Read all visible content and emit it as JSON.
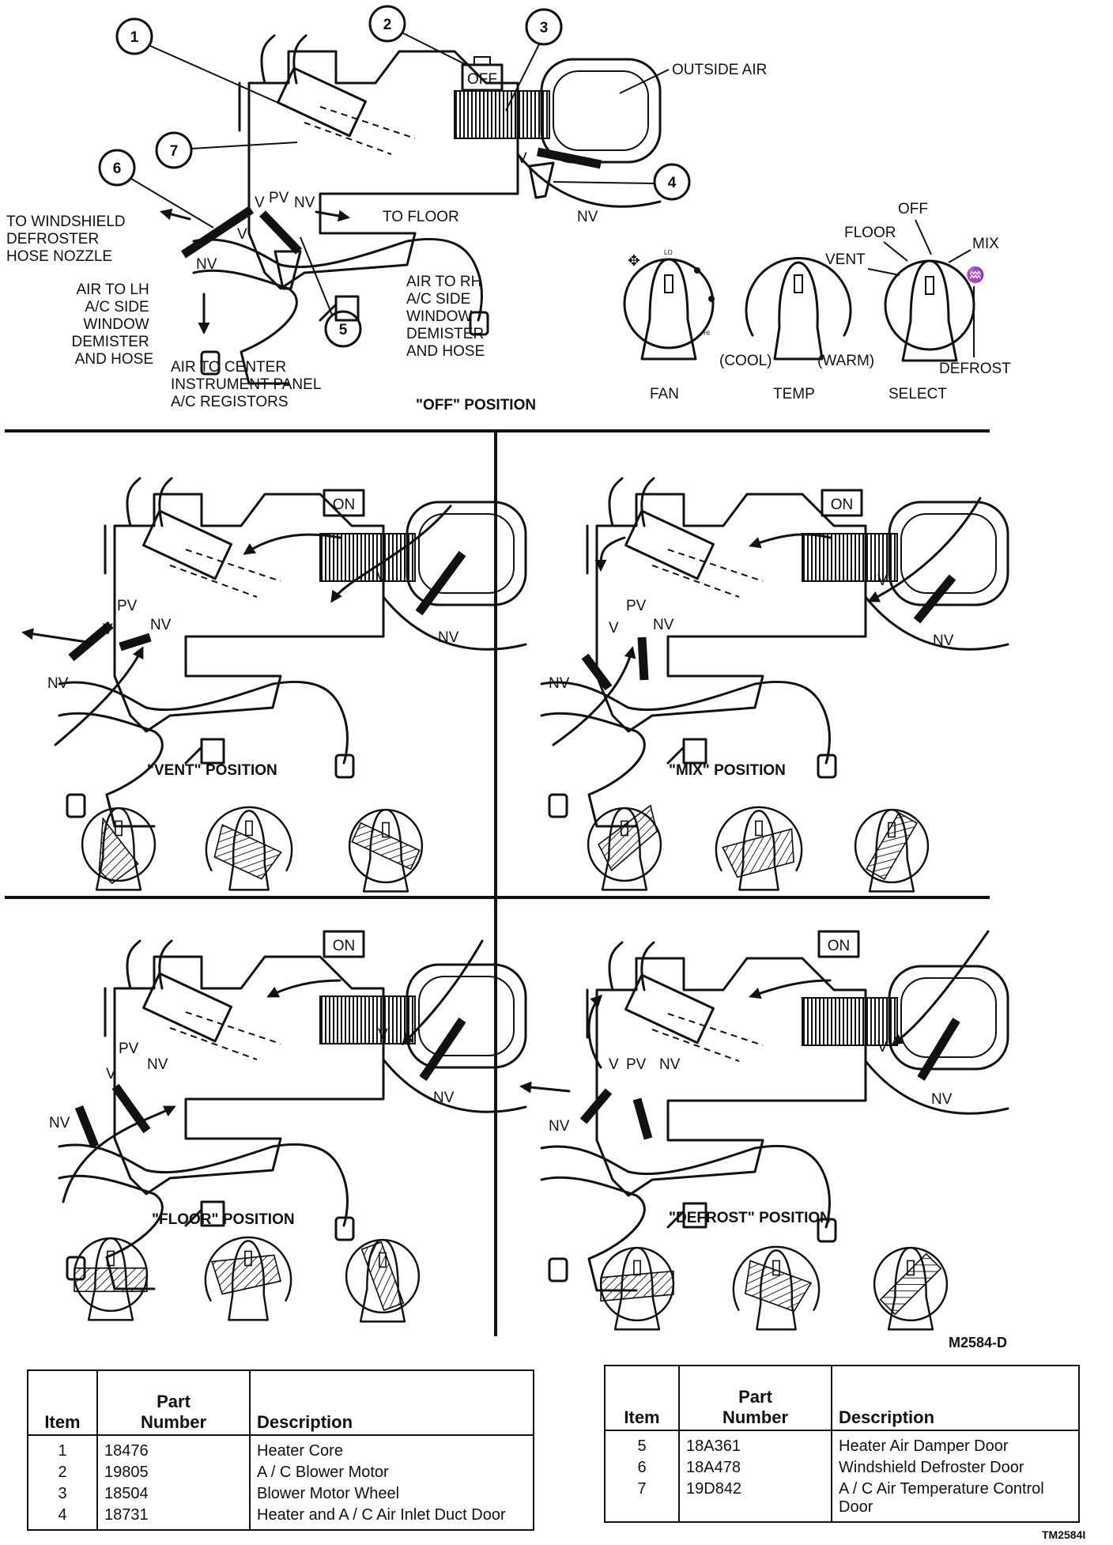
{
  "top": {
    "callouts": [
      "1",
      "2",
      "3",
      "4",
      "5",
      "6",
      "7"
    ],
    "outside_air": "OUTSIDE AIR",
    "off_box": "OFF",
    "to_windshield": [
      "TO WINDSHIELD",
      "DEFROSTER",
      "HOSE NOZZLE"
    ],
    "to_floor": "TO FLOOR",
    "air_lh": [
      "AIR TO LH",
      "A/C SIDE",
      "WINDOW",
      "DEMISTER",
      "AND HOSE"
    ],
    "air_rh": [
      "AIR TO RH",
      "A/C SIDE",
      "WINDOW",
      "DEMISTER",
      "AND HOSE"
    ],
    "air_center": [
      "AIR TO CENTER",
      "INSTRUMENT PANEL",
      "A/C REGISTORS"
    ],
    "caption": "\"OFF\" POSITION",
    "door_labels": {
      "v": "V",
      "pv": "PV",
      "nv": "NV"
    },
    "select_labels": {
      "off": "OFF",
      "floor": "FLOOR",
      "vent": "VENT",
      "mix": "MIX",
      "defrost": "DEFROST"
    },
    "temp_labels": {
      "cool": "(COOL)",
      "warm": "(WARM)"
    },
    "knob_titles": {
      "fan": "FAN",
      "temp": "TEMP",
      "select": "SELECT"
    },
    "mini": {
      "lo": "LO",
      "hi": "HI",
      "floor": "FLOOR",
      "off": "OFF",
      "vent": "VENT",
      "mix": "MIX"
    }
  },
  "panels": [
    {
      "caption": "\"VENT\" POSITION",
      "box": "ON"
    },
    {
      "caption": "\"MIX\" POSITION",
      "box": "ON"
    },
    {
      "caption": "\"FLOOR\" POSITION",
      "box": "ON"
    },
    {
      "caption": "\"DEFROST\" POSITION",
      "box": "ON"
    }
  ],
  "codes": {
    "figure": "M2584-D",
    "drawing": "TM2584I"
  },
  "parts_header": {
    "item": "Item",
    "part_number": [
      "Part",
      "Number"
    ],
    "description": "Description"
  },
  "parts_left": [
    {
      "item": "1",
      "part": "18476",
      "desc": "Heater Core"
    },
    {
      "item": "2",
      "part": "19805",
      "desc": "A / C Blower Motor"
    },
    {
      "item": "3",
      "part": "18504",
      "desc": "Blower Motor Wheel"
    },
    {
      "item": "4",
      "part": "18731",
      "desc": "Heater and A / C Air Inlet Duct Door"
    }
  ],
  "parts_right": [
    {
      "item": "5",
      "part": "18A361",
      "desc": "Heater Air Damper Door"
    },
    {
      "item": "6",
      "part": "18A478",
      "desc": "Windshield Defroster Door"
    },
    {
      "item": "7",
      "part": "19D842",
      "desc": "A / C Air Temperature Control Door"
    }
  ]
}
